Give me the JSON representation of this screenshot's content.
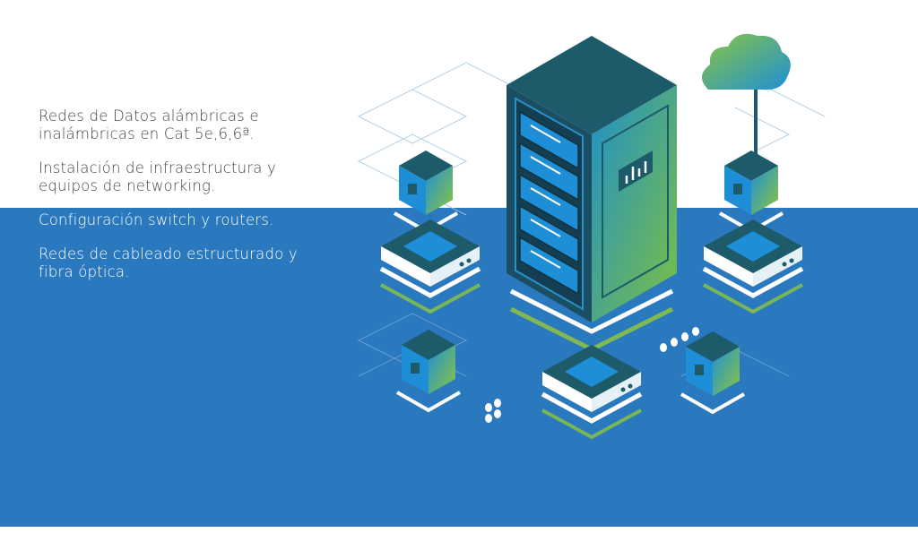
{
  "services": [
    "Redes de Datos alámbricas e inalámbricas en Cat 5e,6,6ª.",
    "Instalación de infraestructura y equipos de networking.",
    "Configuración switch y routers.",
    "Redes de cableado estructurado y fibra óptica."
  ],
  "colors": {
    "band_blue": "#2a78bd",
    "server_dark": "#1d5b6b",
    "accent_green": "#8cc63f",
    "accent_blue": "#1e8fd6",
    "text_dark": "#444444",
    "text_light": "#ffffff"
  },
  "illustration": {
    "icons": [
      "server-rack-icon",
      "cloud-icon",
      "network-node-icon",
      "chart-bars-icon"
    ]
  }
}
